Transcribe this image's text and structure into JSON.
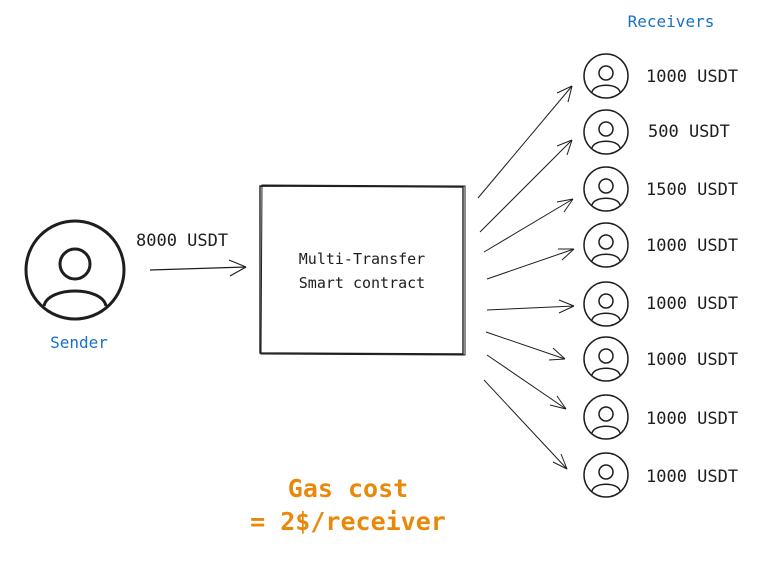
{
  "sender": {
    "label": "Sender",
    "amount": "8000 USDT"
  },
  "contract": {
    "line1": "Multi-Transfer",
    "line2": "Smart contract"
  },
  "receivers": {
    "title": "Receivers",
    "items": [
      {
        "amount": "1000 USDT"
      },
      {
        "amount": "500 USDT"
      },
      {
        "amount": "1500 USDT"
      },
      {
        "amount": "1000 USDT"
      },
      {
        "amount": "1000 USDT"
      },
      {
        "amount": "1000 USDT"
      },
      {
        "amount": "1000 USDT"
      },
      {
        "amount": "1000 USDT"
      }
    ]
  },
  "gas": {
    "line1": "Gas cost",
    "line2": "= 2$/receiver"
  },
  "colors": {
    "ink": "#1e1e1e",
    "label_blue": "#1971c2",
    "gas_orange": "#e8890c"
  }
}
